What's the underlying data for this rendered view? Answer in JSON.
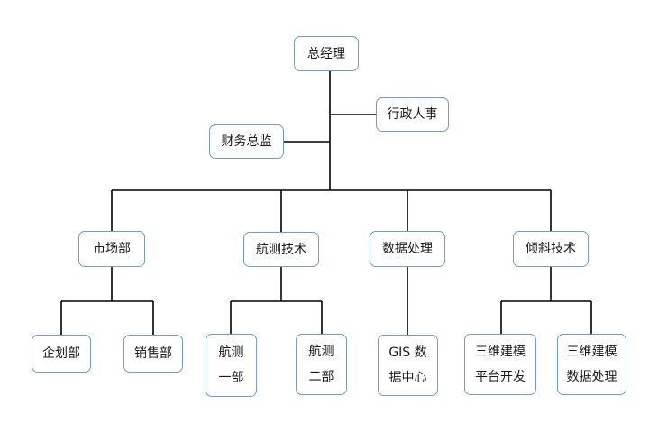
{
  "org_chart": {
    "general_manager": "总经理",
    "admin_hr": "行政人事",
    "finance_director": "财务总监",
    "departments": [
      {
        "label": "市场部",
        "children": [
          "企划部",
          "销售部"
        ]
      },
      {
        "label": "航测技术",
        "children": [
          "航测\n一部",
          "航测\n二部"
        ]
      },
      {
        "label": "数据处理",
        "children": [
          "GIS 数\n据中心"
        ]
      },
      {
        "label": "倾斜技术",
        "children": [
          "三维建模\n平台开发",
          "三维建模\n数据处理"
        ]
      }
    ]
  }
}
